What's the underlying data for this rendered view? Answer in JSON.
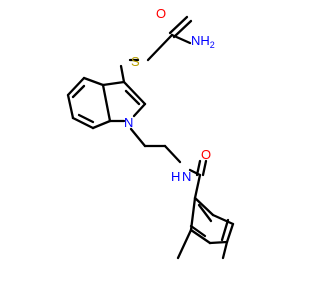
{
  "molecule": {
    "atoms": {
      "amide_o": "O",
      "nh2": {
        "main": "NH",
        "sub": "2"
      },
      "sulfur": "S",
      "indole_n": "N",
      "amide_n": "N",
      "amide_h": "H",
      "benzoyl_o": "O"
    }
  },
  "colors": {
    "bond": "#000000",
    "oxygen": "#ff0000",
    "nitrogen": "#0000ff",
    "sulfur": "#b8a000"
  }
}
